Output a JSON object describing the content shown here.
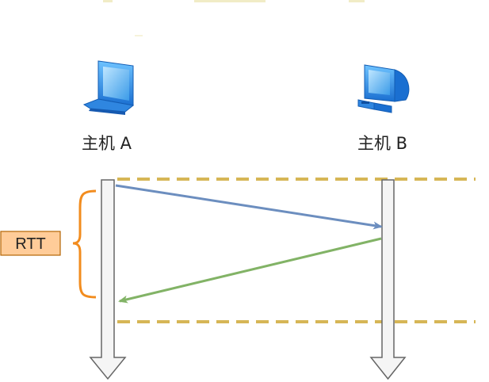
{
  "hosts": {
    "a": {
      "label": "主机 A"
    },
    "b": {
      "label": "主机 B"
    }
  },
  "rtt_label": "RTT",
  "icons": {
    "host_a": "laptop-icon",
    "host_b": "desktop-computer-icon"
  },
  "colors": {
    "send_arrow": "#6C8EBF",
    "return_arrow": "#82B366",
    "dashed_line": "#D6B656",
    "brace": "#F28C1E",
    "rtt_fill": "#FFCC99",
    "rtt_border": "#B46504",
    "timeline_fill": "#F5F5F5",
    "timeline_stroke": "#666666"
  }
}
